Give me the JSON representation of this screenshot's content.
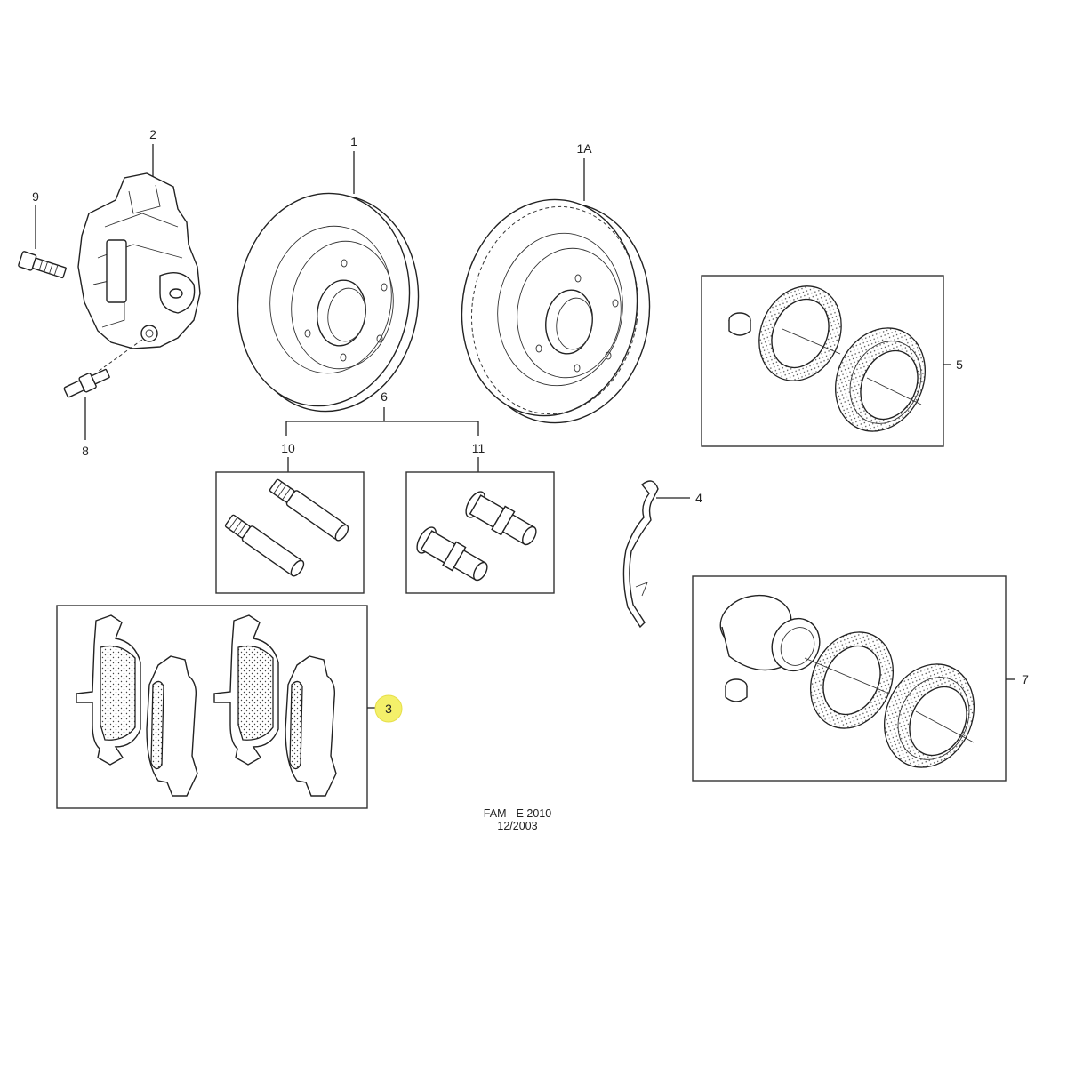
{
  "callouts": {
    "c1": "1",
    "c1a": "1A",
    "c2": "2",
    "c3": "3",
    "c4": "4",
    "c5": "5",
    "c6": "6",
    "c7": "7",
    "c8": "8",
    "c9": "9",
    "c10": "10",
    "c11": "11"
  },
  "footer": {
    "code": "FAM - E 2010",
    "date": "12/2003"
  },
  "colors": {
    "line": "#222222",
    "highlight": "#f4f06a",
    "background": "#ffffff"
  }
}
